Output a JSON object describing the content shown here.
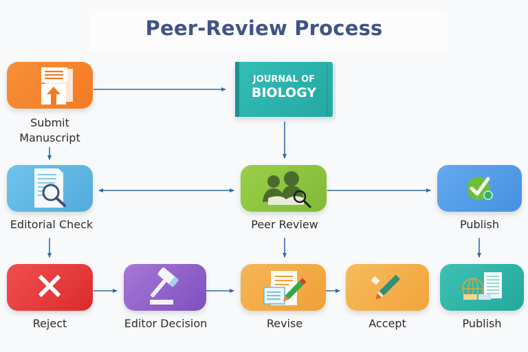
{
  "title": "Peer-Review Process",
  "colors": {
    "title": "#3f5486",
    "arrow": "#2f6aa8",
    "submit": "#f5822e",
    "journal": "#2bb3ad",
    "editorial_check": "#5fb7e2",
    "peer_review": "#8bc53f",
    "publish_top": "#4f9be6",
    "reject": "#e8383a",
    "editor_decision": "#8c5cc7",
    "revise": "#f3a541",
    "accept": "#f3ac45",
    "publish_bottom": "#2fb3a8"
  },
  "nodes": {
    "submit": {
      "label_line1": "Submit",
      "label_line2": "Manuscript",
      "icon": "upload-document-icon"
    },
    "journal": {
      "line1": "JOURNAL OF",
      "line2": "BIOLOGY",
      "icon": "journal-book-icon"
    },
    "editorial_check": {
      "label": "Editorial Check",
      "icon": "document-search-icon"
    },
    "peer_review": {
      "label": "Peer Review",
      "icon": "reviewers-magnifier-icon"
    },
    "publish_top": {
      "label": "Publish",
      "icon": "checkmark-badge-icon"
    },
    "reject": {
      "label": "Reject",
      "icon": "x-mark-icon"
    },
    "editor_decision": {
      "label": "Editor Decision",
      "icon": "gavel-icon"
    },
    "revise": {
      "label": "Revise",
      "icon": "document-pencil-icon"
    },
    "accept": {
      "label": "Accept",
      "icon": "pencil-icon"
    },
    "publish_bottom": {
      "label": "Publish",
      "icon": "globe-documents-icon"
    }
  },
  "connections": [
    {
      "from": "submit",
      "to": "journal",
      "direction": "right"
    },
    {
      "from": "submit",
      "to": "editorial_check",
      "direction": "down"
    },
    {
      "from": "journal",
      "to": "peer_review",
      "direction": "down"
    },
    {
      "from": "editorial_check",
      "to": "peer_review",
      "direction": "bidirectional"
    },
    {
      "from": "peer_review",
      "to": "publish_top",
      "direction": "right"
    },
    {
      "from": "editorial_check",
      "to": "reject",
      "direction": "down"
    },
    {
      "from": "peer_review",
      "to": "revise",
      "direction": "down"
    },
    {
      "from": "publish_top",
      "to": "publish_bottom",
      "direction": "down"
    },
    {
      "from": "reject",
      "to": "editor_decision",
      "direction": "right"
    },
    {
      "from": "editor_decision",
      "to": "revise",
      "direction": "right"
    },
    {
      "from": "revise",
      "to": "accept",
      "direction": "right"
    }
  ]
}
